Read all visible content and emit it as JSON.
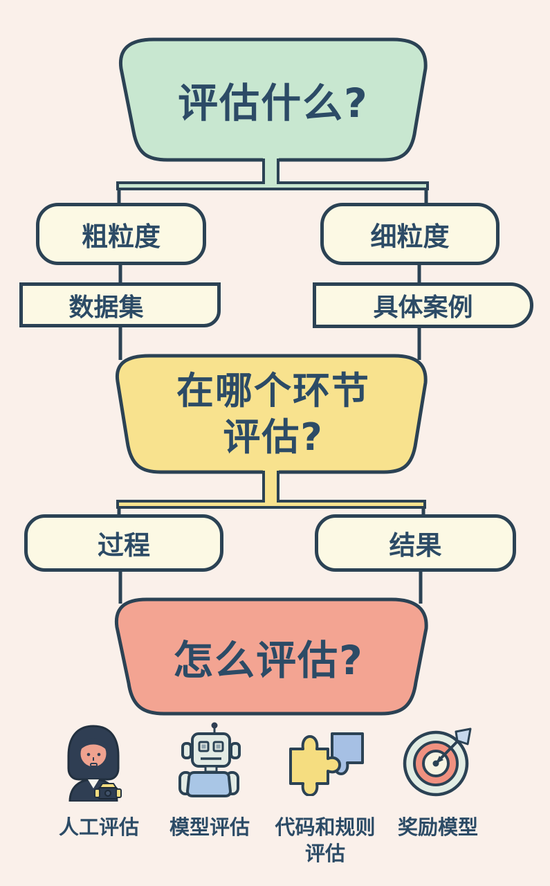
{
  "page": {
    "background_color": "#faf0ea",
    "outline_color": "#2b4254",
    "text_color": "#2c4b66"
  },
  "nodes": {
    "what": {
      "label": "评估什么?",
      "fill": "#c8e7d0"
    },
    "coarse": {
      "label": "粗粒度",
      "fill": "#fcf9e4"
    },
    "fine": {
      "label": "细粒度",
      "fill": "#fcf9e4"
    },
    "dataset": {
      "label": "数据集",
      "fill": "#fcf9e4"
    },
    "case": {
      "label": "具体案例",
      "fill": "#fcf9e4"
    },
    "when": {
      "lines": [
        "在哪个环节",
        "评估?"
      ],
      "fill": "#f8e28e"
    },
    "process": {
      "label": "过程",
      "fill": "#fcf9e4"
    },
    "result": {
      "label": "结果",
      "fill": "#fcf9e4"
    },
    "how": {
      "label": "怎么评估?",
      "fill": "#f3a492"
    }
  },
  "methods": [
    {
      "icon": "human-evaluator-icon",
      "lines": [
        "人工评估"
      ]
    },
    {
      "icon": "robot-icon",
      "lines": [
        "模型评估"
      ]
    },
    {
      "icon": "puzzle-pieces-icon",
      "lines": [
        "代码和规则",
        "评估"
      ]
    },
    {
      "icon": "bullseye-target-icon",
      "lines": [
        "奖励模型"
      ]
    }
  ]
}
